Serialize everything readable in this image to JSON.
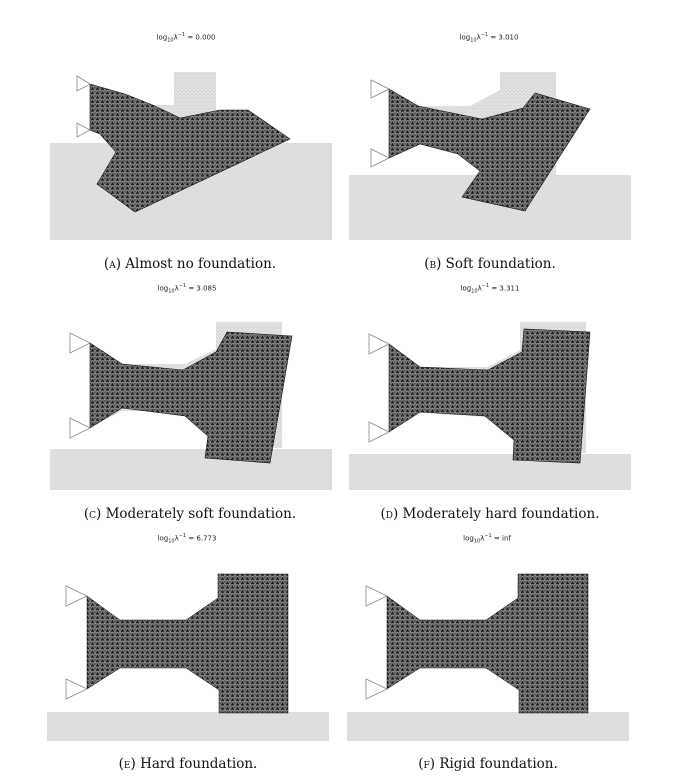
{
  "figure": {
    "panels": [
      {
        "id": "A",
        "plot_title_prefix": "log",
        "plot_title_sub": "10",
        "plot_title_lambda": "λ",
        "plot_title_sup": "−1",
        "plot_title_value": " = 0.000",
        "caption_label": "(a)",
        "caption_text": " Almost no foundation."
      },
      {
        "id": "B",
        "plot_title_prefix": "log",
        "plot_title_sub": "10",
        "plot_title_lambda": "λ",
        "plot_title_sup": "−1",
        "plot_title_value": " = 3.010",
        "caption_label": "(b)",
        "caption_text": " Soft foundation."
      },
      {
        "id": "C",
        "plot_title_prefix": "log",
        "plot_title_sub": "10",
        "plot_title_lambda": "λ",
        "plot_title_sup": "−1",
        "plot_title_value": " = 3.085",
        "caption_label": "(c)",
        "caption_text": " Moderately soft foundation."
      },
      {
        "id": "D",
        "plot_title_prefix": "log",
        "plot_title_sub": "10",
        "plot_title_lambda": "λ",
        "plot_title_sup": "−1",
        "plot_title_value": " = 3.311",
        "caption_label": "(d)",
        "caption_text": " Moderately hard foundation."
      },
      {
        "id": "E",
        "plot_title_prefix": "log",
        "plot_title_sub": "10",
        "plot_title_lambda": "λ",
        "plot_title_sup": "−1",
        "plot_title_value": " = 6.773",
        "caption_label": "(e)",
        "caption_text": " Hard foundation."
      },
      {
        "id": "F",
        "plot_title_prefix": "log",
        "plot_title_sub": "10",
        "plot_title_lambda": "λ",
        "plot_title_sup": "−1",
        "plot_title_value": " = inf",
        "caption_label": "(f)",
        "caption_text": " Rigid foundation."
      }
    ]
  },
  "colors": {
    "foundation": "#dedede",
    "reference_mesh": "#cfcfcf",
    "deformed_mesh_fill": "#3a3a3a",
    "support_stroke": "#888888"
  }
}
